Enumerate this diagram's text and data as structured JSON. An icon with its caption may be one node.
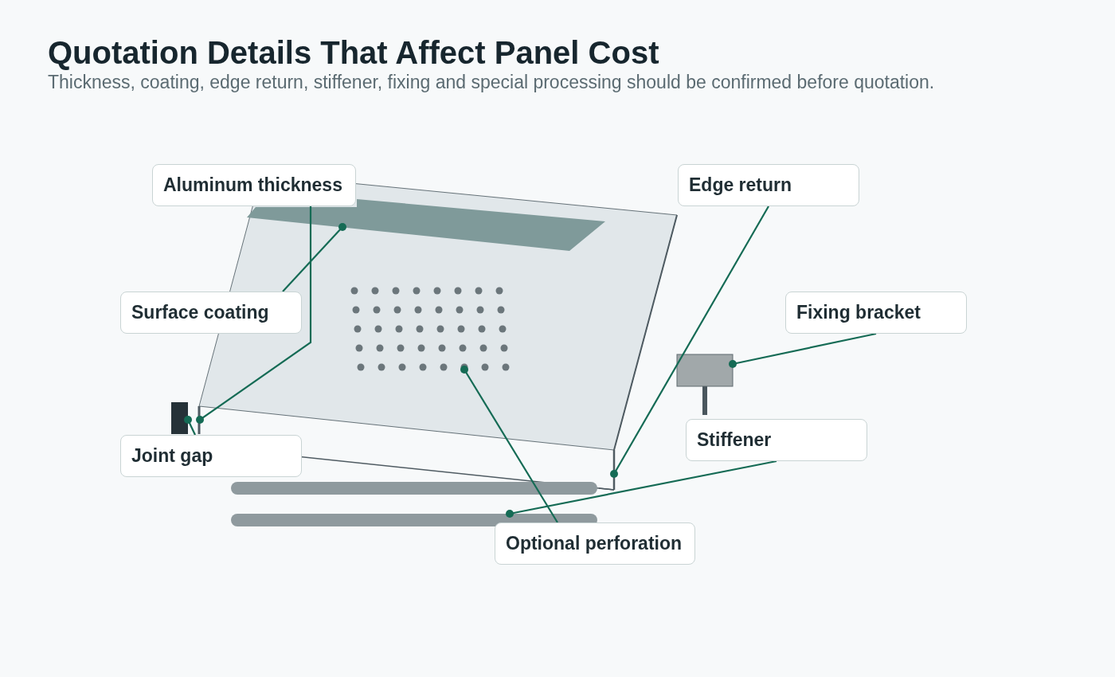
{
  "diagram": {
    "title": "Quotation Details That Affect Panel Cost",
    "nodes": [
      {
        "text": [
          "Aluminum thickness"
        ]
      },
      {
        "text": [
          "Edge return"
        ]
      },
      {
        "text": [
          "Surface coating"
        ]
      },
      {
        "text": [
          "Fixing bracket"
        ]
      },
      {
        "text": [
          "Joint gap"
        ]
      },
      {
        "text": [
          "Stiffener"
        ]
      },
      {
        "text": [
          "Optional perforation"
        ]
      },
      {
        "text": [],
        "shape": "bar"
      },
      {
        "text": [],
        "shape": "box"
      },
      {
        "text": [],
        "shape": "box"
      },
      {
        "text": [],
        "shape": "bar"
      },
      {
        "text": [],
        "shape": "box"
      },
      {
        "text": [],
        "shape": "bar"
      },
      {
        "text": [],
        "shape": "circle"
      }
    ],
    "edges": [
      {
        "from": 0,
        "to": 7,
        "arrow": "other"
      },
      {
        "from": 1,
        "to": 10,
        "arrow": "other"
      },
      {
        "from": 2,
        "to": 8,
        "arrow": "other"
      },
      {
        "from": 3,
        "to": 11,
        "arrow": "other"
      },
      {
        "from": 4,
        "to": 9,
        "arrow": "other"
      },
      {
        "from": 5,
        "to": 12,
        "arrow": "other"
      },
      {
        "from": 6,
        "to": 13,
        "arrow": "other"
      }
    ],
    "labels": [
      "Thickness, coating, edge return, stiffener, fixing and special processing should be confirmed before quotation."
    ]
  }
}
